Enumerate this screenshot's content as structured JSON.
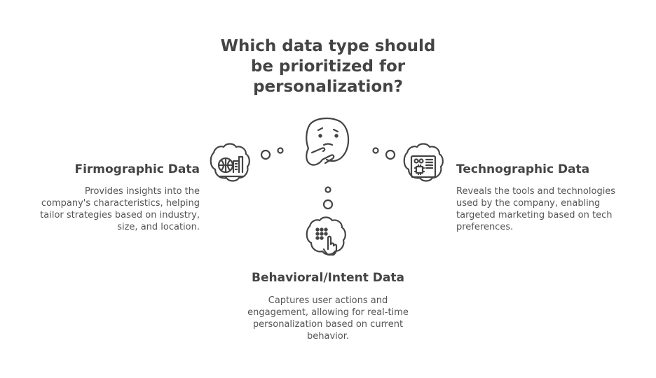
{
  "title": {
    "lines": [
      "Which data type should",
      "be prioritized for",
      "personalization?"
    ]
  },
  "options": {
    "firmographic": {
      "heading": "Firmographic Data",
      "desc_lines": [
        "Provides insights into the",
        "company's characteristics, helping",
        "tailor strategies based on industry,",
        "size, and location."
      ],
      "icon": "globe-building-icon"
    },
    "technographic": {
      "heading": "Technographic Data",
      "desc_lines": [
        "Reveals the tools and technologies",
        "used by the company, enabling",
        "targeted marketing based on tech",
        "preferences."
      ],
      "icon": "circuit-board-icon"
    },
    "behavioral": {
      "heading": "Behavioral/Intent Data",
      "desc_lines": [
        "Captures user actions and",
        "engagement, allowing for real-time",
        "personalization based on current",
        "behavior."
      ],
      "icon": "keypad-touch-icon"
    }
  },
  "central_icon": "thinking-face-icon",
  "colors": {
    "stroke": "#444444",
    "text": "#444444",
    "background": "#ffffff"
  }
}
